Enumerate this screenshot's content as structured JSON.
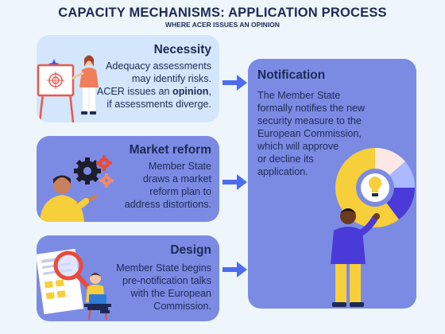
{
  "header": {
    "title": "CAPACITY MECHANISMS: APPLICATION PROCESS",
    "subtitle": "WHERE ACER ISSUES AN OPINION"
  },
  "cards": {
    "necessity": {
      "title": "Necessity",
      "text_before": "Adequacy assessments\nmay identify risks.\nACER issues an ",
      "emphasis": "opinion",
      "text_after": ",\nif assessments diverge."
    },
    "market": {
      "title": "Market reform",
      "text": "Member State\ndraws a market\nreform plan to\naddress distortions."
    },
    "design": {
      "title": "Design",
      "text": "Member State begins\npre-notification talks\nwith the European\nCommission."
    }
  },
  "notification": {
    "title": "Notification",
    "text": "The Member State\nformally notifies the new\nsecurity measure to the\nEuropean Commission,\nwhich will approve\nor decline its\napplication."
  },
  "icons": {
    "necessity_art": "presentation-board-person-icon",
    "market_art": "gears-person-icon",
    "design_art": "document-magnifier-person-icon",
    "notification_art": "lightbulb-pie-person-icon",
    "arrow": "arrow-right-icon"
  },
  "colors": {
    "background": "#eef6fb",
    "dark_card": "#7b8be4",
    "light_card": "#d4e6fb",
    "text": "#1d2a55",
    "arrow": "#4d6cf0",
    "accent_yellow": "#f6cf3b",
    "accent_red": "#e84b3c"
  }
}
